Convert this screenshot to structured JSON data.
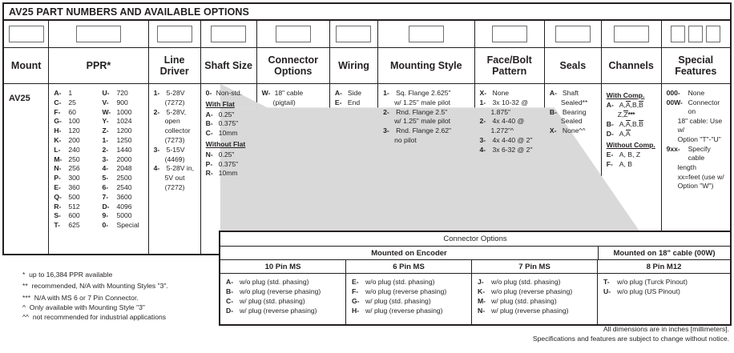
{
  "title": "AV25 PART NUMBERS AND AVAILABLE OPTIONS",
  "columns": {
    "mount": {
      "header": "Mount",
      "value": "AV25"
    },
    "ppr": {
      "header": "PPR*"
    },
    "line_driver": {
      "header": "Line Driver"
    },
    "shaft_size": {
      "header": "Shaft Size"
    },
    "connector": {
      "header": "Connector Options"
    },
    "wiring": {
      "header": "Wiring"
    },
    "mounting": {
      "header": "Mounting Style"
    },
    "face_bolt": {
      "header": "Face/Bolt Pattern"
    },
    "seals": {
      "header": "Seals"
    },
    "channels": {
      "header": "Channels"
    },
    "special": {
      "header": "Special Features"
    }
  },
  "ppr_left": [
    {
      "code": "A-",
      "value": "1"
    },
    {
      "code": "C-",
      "value": "25"
    },
    {
      "code": "F-",
      "value": "60"
    },
    {
      "code": "G-",
      "value": "100"
    },
    {
      "code": "H-",
      "value": "120"
    },
    {
      "code": "K-",
      "value": "200"
    },
    {
      "code": "L-",
      "value": "240"
    },
    {
      "code": "M-",
      "value": "250"
    },
    {
      "code": "N-",
      "value": "256"
    },
    {
      "code": "P-",
      "value": "300"
    },
    {
      "code": "E-",
      "value": "360"
    },
    {
      "code": "Q-",
      "value": "500"
    },
    {
      "code": "R-",
      "value": "512"
    },
    {
      "code": "S-",
      "value": "600"
    },
    {
      "code": "T-",
      "value": "625"
    }
  ],
  "ppr_right": [
    {
      "code": "U-",
      "value": "720"
    },
    {
      "code": "V-",
      "value": "900"
    },
    {
      "code": "W-",
      "value": "1000"
    },
    {
      "code": "Y-",
      "value": "1024"
    },
    {
      "code": "Z-",
      "value": "1200"
    },
    {
      "code": "1-",
      "value": "1250"
    },
    {
      "code": "2-",
      "value": "1440"
    },
    {
      "code": "3-",
      "value": "2000"
    },
    {
      "code": "4-",
      "value": "2048"
    },
    {
      "code": "5-",
      "value": "2500"
    },
    {
      "code": "6-",
      "value": "2540"
    },
    {
      "code": "7-",
      "value": "3600"
    },
    {
      "code": "D-",
      "value": "4096"
    },
    {
      "code": "9-",
      "value": "5000"
    },
    {
      "code": "0-",
      "value": "Special"
    }
  ],
  "line_driver": [
    {
      "code": "1-",
      "lines": [
        "5-28V",
        "(7272)"
      ]
    },
    {
      "code": "2-",
      "lines": [
        "5-28V,",
        "open",
        "collector",
        "(7273)"
      ]
    },
    {
      "code": "3-",
      "lines": [
        "5-15V",
        "(4469)"
      ]
    },
    {
      "code": "4-",
      "lines": [
        "5-28V in,",
        "5V out",
        "(7272)"
      ]
    }
  ],
  "shaft_size": {
    "nonstd": {
      "code": "0-",
      "text": "Non-std."
    },
    "with_flat_label": "With Flat",
    "with_flat": [
      {
        "code": "A-",
        "value": "0.25\""
      },
      {
        "code": "B-",
        "value": "0.375\""
      },
      {
        "code": "C-",
        "value": "10mm"
      }
    ],
    "without_flat_label": "Without Flat",
    "without_flat": [
      {
        "code": "N-",
        "value": "0.25\""
      },
      {
        "code": "P-",
        "value": "0.375\""
      },
      {
        "code": "R-",
        "value": "10mm"
      }
    ]
  },
  "connector_opts": [
    {
      "code": "W-",
      "lines": [
        "18\" cable",
        "(pigtail)"
      ]
    }
  ],
  "wiring": [
    {
      "code": "A-",
      "value": "Side"
    },
    {
      "code": "E-",
      "value": "End"
    }
  ],
  "mounting_style": [
    {
      "code": "1-",
      "lines": [
        "Sq. Flange 2.625\"",
        "w/ 1.25\" male pilot"
      ]
    },
    {
      "code": "2-",
      "lines": [
        "Rnd. Flange 2.5\"",
        "w/ 1.25\" male pilot"
      ]
    },
    {
      "code": "3-",
      "lines": [
        "Rnd. Flange 2.62\"",
        "no pilot"
      ]
    }
  ],
  "face_bolt": [
    {
      "code": "X-",
      "lines": [
        "None"
      ]
    },
    {
      "code": "1-",
      "lines": [
        "3x 10-32 @",
        "1.875\""
      ]
    },
    {
      "code": "2-",
      "lines": [
        "4x 4-40 @",
        "1.272\"^"
      ]
    },
    {
      "code": "3-",
      "lines": [
        "4x 4-40 @ 2\""
      ]
    },
    {
      "code": "4-",
      "lines": [
        "3x 6-32 @ 2\""
      ]
    }
  ],
  "seals": [
    {
      "code": "A-",
      "lines": [
        "Shaft",
        "Sealed**"
      ]
    },
    {
      "code": "B-",
      "lines": [
        "Bearing",
        "Sealed"
      ]
    },
    {
      "code": "X-",
      "lines": [
        "None^^"
      ]
    }
  ],
  "channels": {
    "with_comp_label": "With Comp.",
    "with_comp": [
      {
        "code": "A-",
        "line1": "A,A,B,B",
        "line2": "Z,Z ***"
      },
      {
        "code": "B-",
        "line1": "A,A,B,B"
      },
      {
        "code": "D-",
        "line1": "A,A"
      }
    ],
    "without_comp_label": "Without Comp.",
    "without_comp": [
      {
        "code": "E-",
        "line1": "A, B, Z"
      },
      {
        "code": "F-",
        "line1": "A, B"
      }
    ]
  },
  "special_features": [
    {
      "code": "000-",
      "lines": [
        "None"
      ]
    },
    {
      "code": "00W-",
      "lines": [
        "Connector on",
        "18\" cable: Use w/",
        "Option \"T\"-\"U\""
      ]
    },
    {
      "code": "9xx-",
      "lines": [
        "Specify cable",
        "length",
        "xx=feet (use w/",
        "Option \"W\")"
      ]
    }
  ],
  "footnotes": [
    "*  up to 16,384 PPR available",
    "**  recommended, N/A with Mounting Styles \"3\".",
    "***  N/A with MS 6 or 7 Pin Connector.",
    "^  Only available with Mounting Style \"3\"",
    "^^  not recommended for industrial applications"
  ],
  "connector_table": {
    "title": "Connector Options",
    "group_encoder": "Mounted on Encoder",
    "group_cable": "Mounted on 18\" cable (00W)",
    "headers": [
      "10 Pin MS",
      "6 Pin MS",
      "7 Pin MS",
      "8 Pin M12"
    ],
    "pin10": [
      {
        "code": "A-",
        "text": "w/o plug (std. phasing)"
      },
      {
        "code": "B-",
        "text": "w/o plug (reverse phasing)"
      },
      {
        "code": "C-",
        "text": "w/ plug (std. phasing)"
      },
      {
        "code": "D-",
        "text": "w/ plug (reverse phasing)"
      }
    ],
    "pin6": [
      {
        "code": "E-",
        "text": "w/o plug (std. phasing)"
      },
      {
        "code": "F-",
        "text": "w/o plug (reverse phasing)"
      },
      {
        "code": "G-",
        "text": "w/ plug (std. phasing)"
      },
      {
        "code": "H-",
        "text": "w/ plug (reverse phasing)"
      }
    ],
    "pin7": [
      {
        "code": "J-",
        "text": "w/o plug (std. phasing)"
      },
      {
        "code": "K-",
        "text": "w/o plug (reverse phasing)"
      },
      {
        "code": "M-",
        "text": "w/ plug (std. phasing)"
      },
      {
        "code": "N-",
        "text": "w/ plug (reverse phasing)"
      }
    ],
    "pin8": [
      {
        "code": "T-",
        "text": "w/o plug (Turck Pinout)"
      },
      {
        "code": "U-",
        "text": "w/o plug (US Pinout)"
      }
    ]
  },
  "bottom_notes": [
    "All dimensions are in inches [millimeters].",
    "Specifications and features are subject to change without notice."
  ],
  "colors": {
    "ink": "#231f20",
    "shade": "#d9d9d9",
    "boxborder": "#6d6e70"
  }
}
